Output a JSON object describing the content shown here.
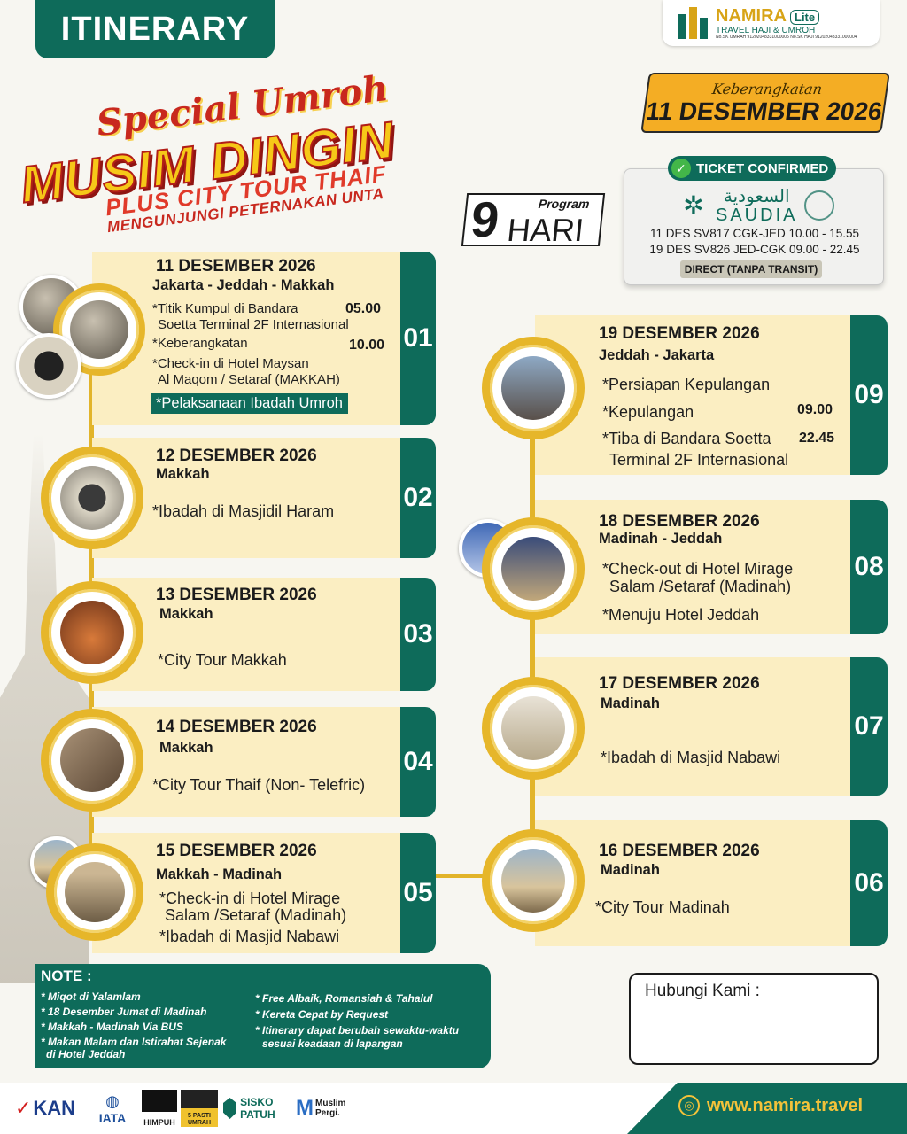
{
  "header": {
    "badge": "ITINERARY",
    "logo_name": "NAMIRA",
    "logo_lite": "Lite",
    "logo_sub": "TRAVEL HAJI & UMROH",
    "logo_license": "No.SK UMRAH 91202048331000005   No.SK HAJI 91202048331000004"
  },
  "departure": {
    "label": "Keberangkatan",
    "value": "11 DESEMBER 2026"
  },
  "title": {
    "line1": "Special Umroh",
    "line2": "MUSIM DINGIN",
    "line3": "PLUS CITY TOUR THAIF",
    "line4": "MENGUNJUNGI PETERNAKAN UNTA"
  },
  "program": {
    "label": "Program",
    "number": "9",
    "unit": "HARI"
  },
  "ticket": {
    "status": "TICKET CONFIRMED",
    "airline_ar": "السعودية",
    "airline_en": "SAUDIA",
    "flight1": "11 DES SV817 CGK-JED 10.00 - 15.55",
    "flight2": "19 DES SV826 JED-CGK 09.00 - 22.45",
    "direct": "DIRECT (TANPA TRANSIT)"
  },
  "days": [
    {
      "num": "01",
      "date": "11 DESEMBER 2026",
      "route": "Jakarta - Jeddah - Makkah",
      "items": [
        {
          "text": "*Titik Kumpul di Bandara",
          "time": "05.00"
        },
        {
          "text": "Soetta Terminal 2F Internasional",
          "time": ""
        },
        {
          "text": "*Keberangkatan",
          "time": "10.00"
        },
        {
          "text": "*Check-in di Hotel Maysan",
          "time": ""
        },
        {
          "text": "Al Maqom / Setaraf (MAKKAH)",
          "time": ""
        }
      ],
      "highlight": "*Pelaksanaan Ibadah Umroh"
    },
    {
      "num": "02",
      "date": "12 DESEMBER 2026",
      "route": "Makkah",
      "items": [
        {
          "text": "*Ibadah di Masjidil Haram",
          "time": ""
        }
      ]
    },
    {
      "num": "03",
      "date": "13 DESEMBER 2026",
      "route": "Makkah",
      "items": [
        {
          "text": "*City Tour Makkah",
          "time": ""
        }
      ]
    },
    {
      "num": "04",
      "date": "14 DESEMBER 2026",
      "route": "Makkah",
      "items": [
        {
          "text": "*City Tour Thaif (Non- Telefric)",
          "time": ""
        }
      ]
    },
    {
      "num": "05",
      "date": "15 DESEMBER 2026",
      "route": "Makkah - Madinah",
      "items": [
        {
          "text": "*Check-in di Hotel Mirage",
          "time": ""
        },
        {
          "text": "Salam /Setaraf (Madinah)",
          "time": ""
        },
        {
          "text": "*Ibadah di Masjid Nabawi",
          "time": ""
        }
      ]
    },
    {
      "num": "06",
      "date": "16 DESEMBER 2026",
      "route": "Madinah",
      "items": [
        {
          "text": "*City Tour Madinah",
          "time": ""
        }
      ]
    },
    {
      "num": "07",
      "date": "17 DESEMBER 2026",
      "route": "Madinah",
      "items": [
        {
          "text": "*Ibadah di Masjid Nabawi",
          "time": ""
        }
      ]
    },
    {
      "num": "08",
      "date": "18 DESEMBER 2026",
      "route": "Madinah - Jeddah",
      "items": [
        {
          "text": "*Check-out di Hotel Mirage",
          "time": ""
        },
        {
          "text": "Salam /Setaraf (Madinah)",
          "time": ""
        },
        {
          "text": "*Menuju Hotel Jeddah",
          "time": ""
        }
      ]
    },
    {
      "num": "09",
      "date": "19 DESEMBER 2026",
      "route": "Jeddah - Jakarta",
      "items": [
        {
          "text": "*Persiapan Kepulangan",
          "time": ""
        },
        {
          "text": "*Kepulangan",
          "time": "09.00"
        },
        {
          "text": "*Tiba di Bandara Soetta",
          "time": "22.45"
        },
        {
          "text": "Terminal 2F Internasional",
          "time": ""
        }
      ]
    }
  ],
  "note": {
    "title": "NOTE :",
    "left": [
      "* Miqot di Yalamlam",
      "* 18 Desember Jumat di Madinah",
      "* Makkah - Madinah Via BUS",
      "* Makan Malam dan Istirahat Sejenak",
      "di Hotel Jeddah"
    ],
    "right": [
      "* Free Albaik, Romansiah & Tahalul",
      "* Kereta Cepat by Request",
      "* Itinerary dapat berubah sewaktu-waktu",
      "sesuai keadaan di lapangan"
    ]
  },
  "contact": {
    "label": "Hubungi Kami :"
  },
  "footer": {
    "website": "www.namira.travel",
    "badges": [
      "KAN",
      "IATA",
      "HIMPUH",
      "5 PASTI UMRAH",
      "SISKO PATUH",
      "Muslim Pergi."
    ]
  },
  "colors": {
    "primary": "#0e6b5a",
    "accent": "#e2b42a",
    "card": "#fbeec2",
    "orange": "#f4ad24",
    "red": "#c8281e"
  }
}
